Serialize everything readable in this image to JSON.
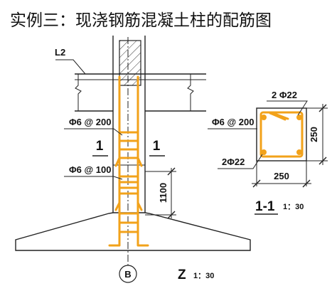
{
  "title": "实例三：现浇钢筋混凝土柱的配筋图",
  "elevation": {
    "beam_label": "L2",
    "stirrup_upper": "Φ6 @ 200",
    "stirrup_lower": "Φ6 @ 100",
    "section_mark_left": "1",
    "section_mark_right": "1",
    "dense_zone_length": "1100",
    "axis_label": "B",
    "drawing_name": "Z",
    "drawing_scale": "1：30"
  },
  "section": {
    "top_bars": "2 Φ22",
    "bottom_bars": "2Φ22",
    "stirrup": "Φ6 @ 200",
    "height_dim": "250",
    "width_dim": "250",
    "name": "1-1",
    "scale": "1：30"
  },
  "colors": {
    "rebar": "#f2a21a",
    "line": "#222222",
    "text": "#111111"
  }
}
